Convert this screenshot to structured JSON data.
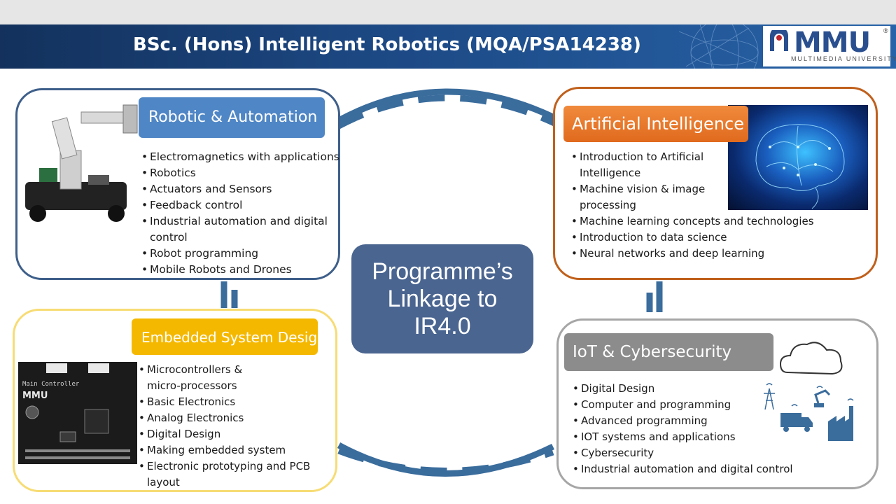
{
  "header": {
    "title": "BSc. (Hons) Intelligent Robotics (MQA/PSA14238)",
    "logo_text": "MMU",
    "logo_sub": "MULTIMEDIA UNIVERSITY",
    "logo_registered": "®"
  },
  "center": {
    "text": "Programme’s Linkage to IR4.0"
  },
  "panels": {
    "robotic": {
      "title": "Robotic & Automation",
      "items": [
        "Electromagnetics with applications",
        "Robotics",
        "Actuators and Sensors",
        "Feedback control",
        "Industrial automation and digital control",
        "Robot programming",
        "Mobile Robots and Drones"
      ]
    },
    "ai": {
      "title": "Artificial Intelligence",
      "items": [
        "Introduction to Artificial Intelligence",
        "Machine vision & image processing",
        "Machine learning concepts and technologies",
        "Introduction to data science",
        "Neural networks and deep learning"
      ]
    },
    "embedded": {
      "title": "Embedded System Design",
      "items": [
        "Microcontrollers & micro-processors",
        "Basic Electronics",
        "Analog Electronics",
        "Digital Design",
        "Making embedded system",
        "Electronic prototyping and PCB layout"
      ],
      "board_label": "Main Controller",
      "board_logo": "MMU"
    },
    "iot": {
      "title": "IoT & Cybersecurity",
      "items": [
        "Digital Design",
        "Computer and programming",
        "Advanced programming",
        "IOT systems and applications",
        "Cybersecurity",
        "Industrial automation and digital control"
      ]
    }
  },
  "colors": {
    "header_blue": "#1d4a86",
    "robotic_border": "#3e5f8a",
    "ai_border": "#c0601c",
    "embedded_border": "#f7dc75",
    "iot_border": "#a6a6a6",
    "ring": "#3a6c9c",
    "center_box": "#4a6590"
  }
}
